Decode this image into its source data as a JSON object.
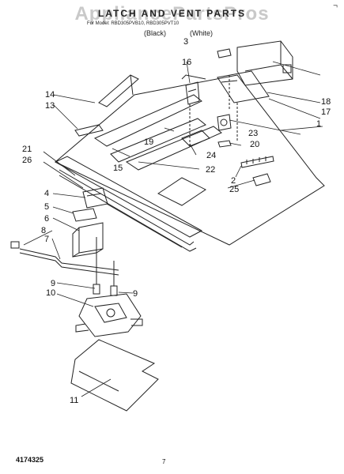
{
  "watermark": "AppliancePartsPros",
  "title": "LATCH AND VENT PARTS",
  "models_line": "For Model: RBD305PVB10, RBD305PVT10",
  "color_black": "(Black)",
  "color_white": "(White)",
  "footer_code": "4174325",
  "page_number": "7",
  "corner_mark": "¬",
  "callouts": [
    "1",
    "2",
    "3",
    "4",
    "5",
    "6",
    "7",
    "8",
    "9",
    "9",
    "10",
    "11",
    "13",
    "14",
    "15",
    "16",
    "17",
    "18",
    "19",
    "20",
    "21",
    "22",
    "23",
    "24",
    "25",
    "26"
  ]
}
